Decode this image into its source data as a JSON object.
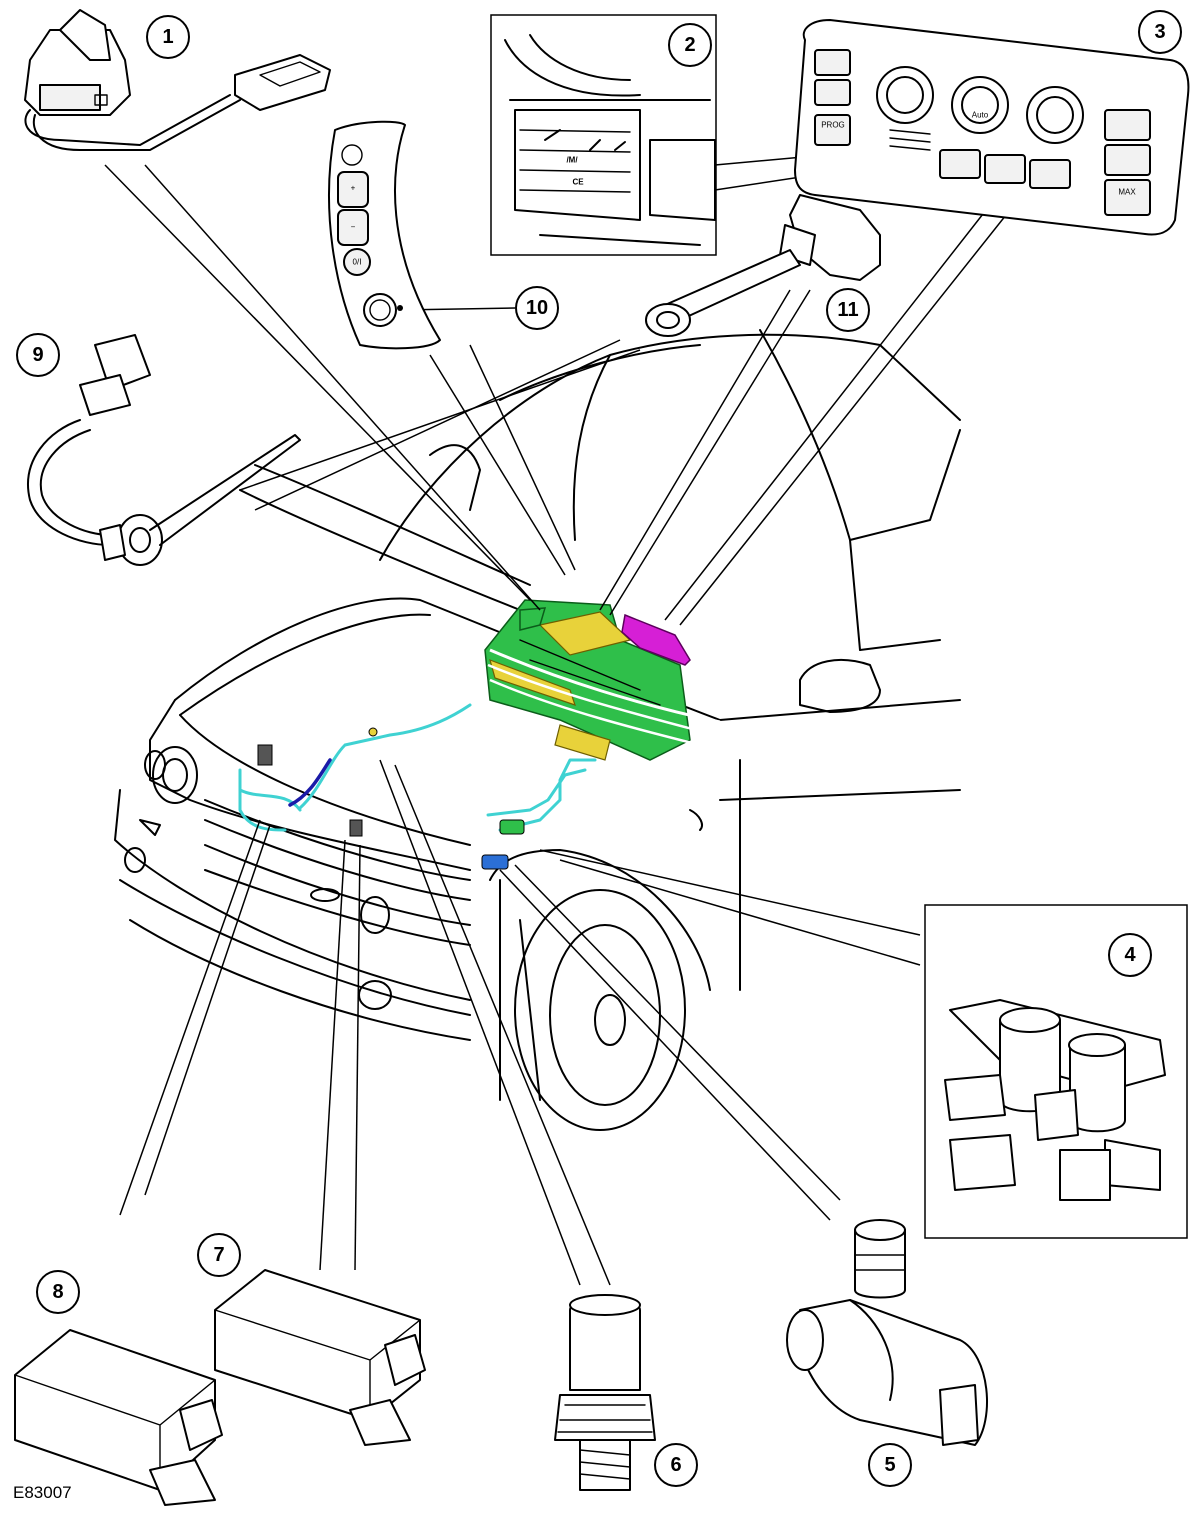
{
  "reference_code": "E83007",
  "callouts": [
    {
      "number": "1"
    },
    {
      "number": "2"
    },
    {
      "number": "3"
    },
    {
      "number": "4"
    },
    {
      "number": "5"
    },
    {
      "number": "6"
    },
    {
      "number": "7"
    },
    {
      "number": "8"
    },
    {
      "number": "9"
    },
    {
      "number": "10"
    },
    {
      "number": "11"
    }
  ],
  "switch_pack_labels": {
    "plus": "+",
    "minus": "−",
    "power": "0/I"
  },
  "control_panel_labels": {
    "prog": "PROG",
    "auto": "Auto",
    "max": "MAX"
  },
  "colors": {
    "hvac_unit": "#2fbf4a",
    "hvac_detail": "#e8d23a",
    "control_module": "#d61fd6",
    "coolant_pipe": "#3fd2d2",
    "refrigerant_pipe": "#1a1aa8",
    "line_art": "#000000"
  }
}
